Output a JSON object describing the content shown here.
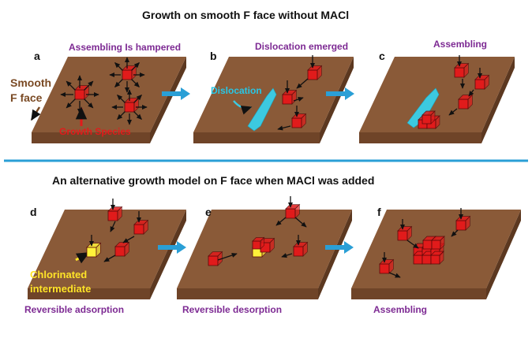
{
  "header": {
    "title_top": "Growth on smooth F face without MACl",
    "title_bottom": "An alternative growth model on F face when MACl was added"
  },
  "panels": {
    "a": {
      "letter": "a",
      "caption": "Assembling Is hampered",
      "side_label_line1": "Smooth",
      "side_label_line2": "F face",
      "species_label": "Growth Species"
    },
    "b": {
      "letter": "b",
      "caption": "Dislocation emerged",
      "dislocation_label": "Dislocation"
    },
    "c": {
      "letter": "c",
      "caption": "Assembling"
    },
    "d": {
      "letter": "d",
      "caption": "Reversible adsorption",
      "intermediate_line1": "Chlorinated",
      "intermediate_line2": "intermediate"
    },
    "e": {
      "letter": "e",
      "caption": "Reversible desorption"
    },
    "f": {
      "letter": "f",
      "caption": "Assembling"
    }
  },
  "colors": {
    "slab_top": "#8a5a38",
    "slab_front": "#6f4428",
    "slab_side": "#5c3820",
    "cube_red": "#e11b1b",
    "cube_yellow": "#fff23a",
    "divider": "#2a9fd6",
    "arrow": "#2a9fd6",
    "dislocation": "#3cc9e0"
  },
  "icons": {
    "process_arrow": "right-arrow-icon",
    "cube": "cube-icon",
    "diffusion_arrows": "multi-direction-arrow-icon"
  }
}
